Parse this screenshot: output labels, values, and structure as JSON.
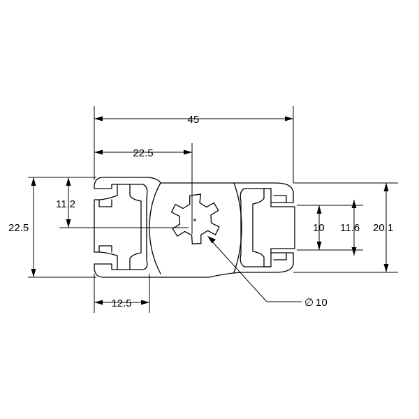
{
  "diagram": {
    "dimensions": {
      "overall_width": "45",
      "half_width": "22.5",
      "height_left": "22.5",
      "half_height": "11.2",
      "slot_span": "12.5",
      "slot_opening": "10",
      "slot_depth": "11.6",
      "height_right": "20.1",
      "bore_diameter": "10"
    },
    "diameter_symbol": "∅"
  }
}
